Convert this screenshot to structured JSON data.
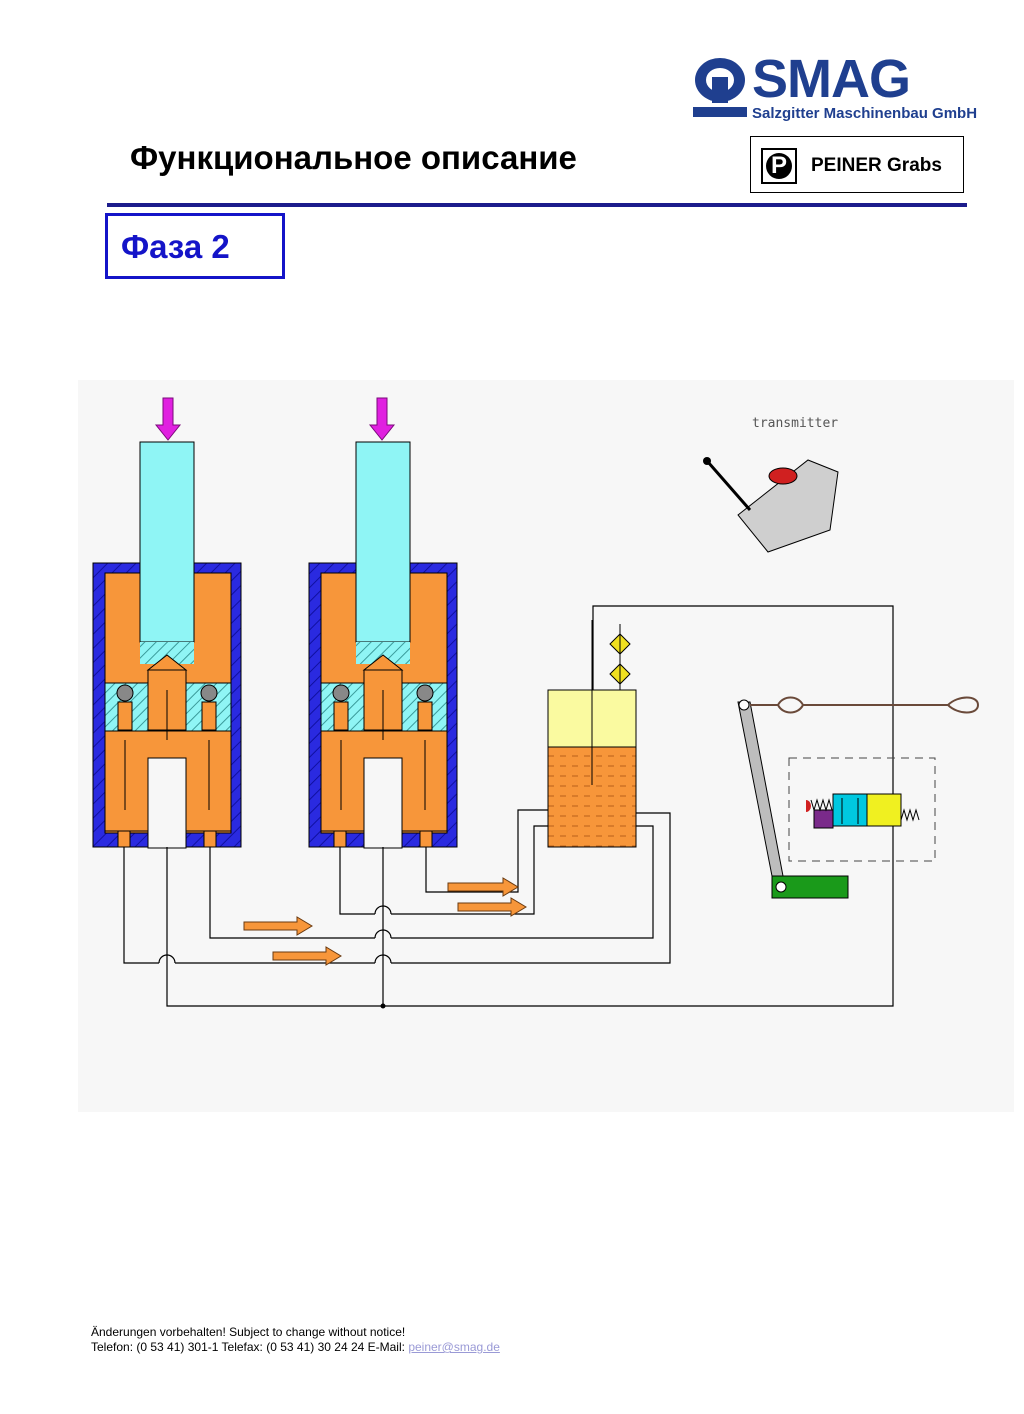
{
  "header": {
    "logo_wordmark": "SMAG",
    "logo_company": "Salzgitter Maschinenbau GmbH",
    "page_title": "Функциональное описание",
    "brand_label": "PEINER Grabs",
    "brand_icon_letter": "P"
  },
  "phase": {
    "label": "Фаза 2"
  },
  "diagram": {
    "transmitter_label": "transmitter"
  },
  "footer": {
    "line1": "Änderungen vorbehalten! Subject to change without notice!",
    "line2": "Telefon: (0 53 41) 301-1 Telefax: (0 53 41) 30 24 24 E-Mail:",
    "email": "peiner@smag.de"
  },
  "colors": {
    "accent_blue": "#1414c8",
    "logo_blue": "#1f3f8f",
    "cylinder_orange": "#f7963a",
    "piston_cyan": "#8ff5f5",
    "housing_blue": "#2a2ae0",
    "arrow_magenta": "#e020e0"
  }
}
